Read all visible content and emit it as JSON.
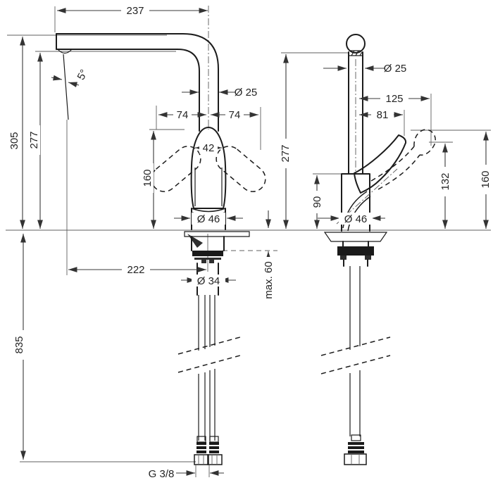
{
  "front_view": {
    "dims": {
      "spout_reach": "237",
      "swivel_angle": "5°",
      "height_total": "305",
      "outlet_height": "277",
      "spout_diameter": "Ø 25",
      "offset_left": "74",
      "offset_right": "74",
      "handle_width": "42",
      "body_height": "160",
      "base_diameter": "Ø 46",
      "outlet_reach": "222",
      "shank_diameter": "Ø 34",
      "max_deck_thickness": "max. 60",
      "hose_length": "835",
      "thread_size": "G 3/8"
    }
  },
  "side_view": {
    "dims": {
      "spout_diameter": "Ø 25",
      "handle_raised_reach": "125",
      "handle_rear_offset": "81",
      "outlet_height": "277",
      "body_height": "90",
      "base_diameter": "Ø 46",
      "handle_raised_height": "132",
      "max_height": "160"
    }
  }
}
